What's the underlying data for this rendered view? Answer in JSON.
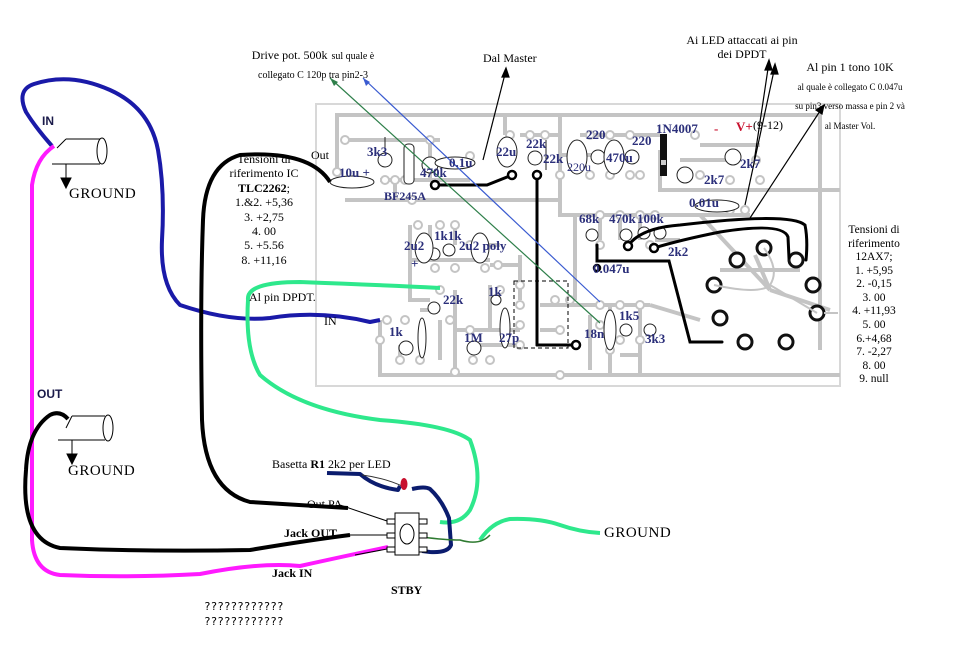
{
  "title": "Schema cablaggio preamplificatore",
  "annotations": {
    "drive_pot_line1": "Drive pot. 500k",
    "drive_pot_line1_small": "sul quale è",
    "drive_pot_line2": "collegato C 120p tra pin2-3",
    "dal_master": "Dal Master",
    "led_dpdt_line1": "Ai LED attaccati ai pin",
    "led_dpdt_line2": "dei DPDT",
    "tone_line1": "Al pin 1 tono 10K",
    "tone_line2": "al quale è collegato C 0.047u",
    "tone_line3": "su pin3 verso massa e pin 2 và",
    "tone_line4": "al Master Vol.",
    "al_pin_dpdt": "Al pin DPDT.",
    "in_wire": "IN",
    "out_wire": "Out",
    "basetta_prefix": "Basetta ",
    "basetta_r1": "R1",
    "basetta_suffix": " 2k2 per LED",
    "out_pa": "Out PA",
    "jack_out": "Jack OUT",
    "jack_in": "Jack IN",
    "stby": "STBY",
    "questions": [
      "????????????",
      "????????????"
    ]
  },
  "jacks": {
    "in_label": "IN",
    "out_label": "OUT",
    "ground": "GROUND",
    "ground_right": "GROUND"
  },
  "ic_voltages": {
    "title1": "Tensioni di",
    "title2": "riferimento IC",
    "chip": "TLC2262",
    "chip_suffix": ";",
    "pins": [
      "1.&2. +5,36",
      "3. +2,75",
      "4. 00",
      "5. +5.56",
      "8. +11,16"
    ]
  },
  "tube_voltages": {
    "title1": "Tensioni di",
    "title2": "riferimento",
    "tube": "12AX7;",
    "pins": [
      "1. +5,95",
      "2. -0,15",
      "3. 00",
      "4. +11,93",
      "5. 00",
      "6.+4,68",
      "7. -2,27",
      "8. 00",
      "9. null"
    ]
  },
  "components": {
    "c_3k3": "3k3",
    "c_10u": "10u +",
    "c_bf245a": "BF245A",
    "c_470k": "470k",
    "c_01u": "0.1u",
    "c_22u": "22u",
    "c_22k_a": "22k",
    "c_22k_b": "22k",
    "c_220u": "220u",
    "c_220_a": "220",
    "c_470u": "470u",
    "c_220_b": "220",
    "c_1n4007": "1N4007",
    "c_minus": "-",
    "c_vplus": "V+",
    "c_vrange": "(9-12)",
    "c_2k7_a": "2k7",
    "c_2k7_b": "2k7",
    "c_001u": "0.01u",
    "c_68k": "68k",
    "c_470k_b": "470k",
    "c_100k": "100k",
    "c_2k2": "2k2",
    "c_0047u": "0.047u",
    "c_2u2": "2u2",
    "c_2u2_plus": "+",
    "c_1k1k": "1k1k",
    "c_2u2_poly": "2u2 poly",
    "c_22k_c": "22k",
    "c_1k_a": "1k",
    "c_1k_b": "1k",
    "c_1m": "1M",
    "c_27p": "27p",
    "c_18n": "18n",
    "c_1k5": "1k5",
    "c_3k3_b": "3k3"
  },
  "colors": {
    "trace": "#c4c4c4",
    "component_label": "#2b2f7a",
    "wire_blue": "#1a1aa8",
    "wire_magenta": "#ff1aff",
    "wire_green": "#2ee88c",
    "wire_black": "#000000",
    "wire_navy": "#0b1c6e",
    "vplus_red": "#c8102e",
    "led_red": "#c8102e"
  }
}
